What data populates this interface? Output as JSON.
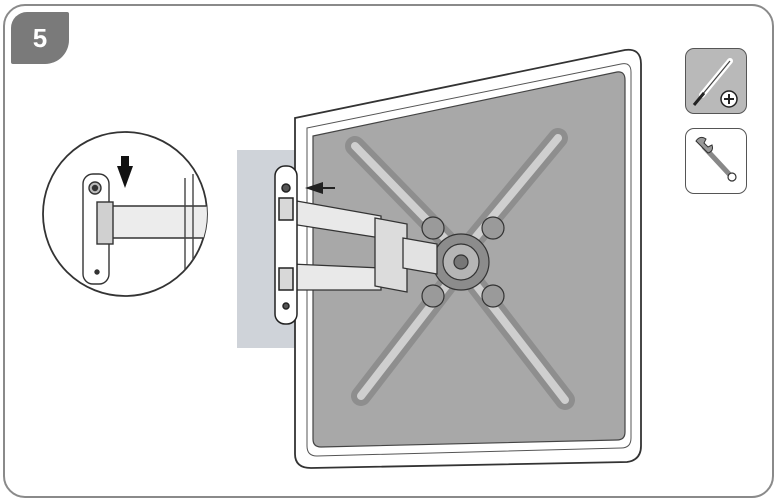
{
  "step": {
    "number": "5"
  },
  "tools": [
    {
      "name": "phillips-screwdriver",
      "icon": "screwdriver-icon",
      "background": "#b9b9b9"
    },
    {
      "name": "adjustable-wrench",
      "icon": "wrench-icon",
      "background": "#ffffff"
    }
  ],
  "colors": {
    "frame": "#8a8a8a",
    "badge": "#7a7a7a",
    "tv_back": "#a8a8a8",
    "highlight_band": "#bfc4cc"
  }
}
